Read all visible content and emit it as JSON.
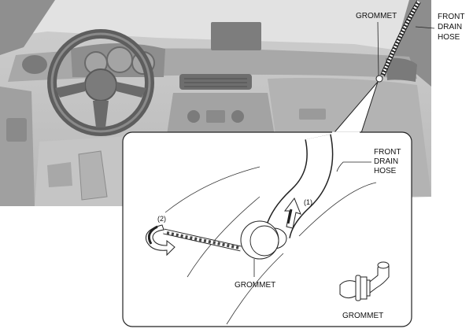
{
  "labels": {
    "top_grommet": "GROMMET",
    "top_hose_line1": "FRONT",
    "top_hose_line2": "DRAIN",
    "top_hose_line3": "HOSE",
    "detail_hose_line1": "FRONT",
    "detail_hose_line2": "DRAIN",
    "detail_hose_line3": "HOSE",
    "step1": "(1)",
    "step2": "(2)",
    "detail_grommet": "GROMMET",
    "part_grommet": "GROMMET"
  },
  "colors": {
    "background": "#ffffff",
    "interior_dark": "#9a9a9a",
    "interior_mid": "#bdbdbd",
    "interior_light": "#d9d9d9",
    "line": "#222222"
  }
}
